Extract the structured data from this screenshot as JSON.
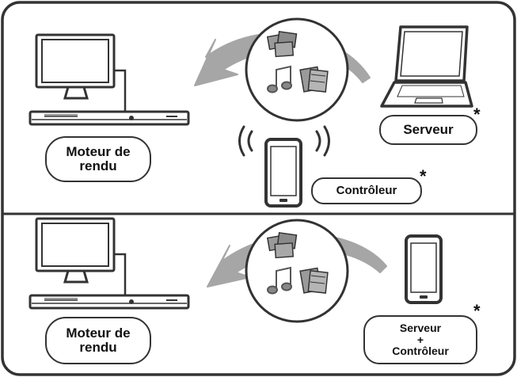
{
  "top_panel": {
    "renderer_label": [
      "Moteur de",
      "rendu"
    ],
    "server_label": "Serveur",
    "server_star": "*",
    "controller_label": "Contrôleur",
    "controller_star": "*"
  },
  "bottom_panel": {
    "renderer_label": [
      "Moteur de",
      "rendu"
    ],
    "server_controller_label": [
      "Serveur",
      "+",
      "Contrôleur"
    ],
    "server_controller_star": "*"
  },
  "icons": [
    "tv-icon",
    "blu-ray-player-icon",
    "laptop-icon",
    "smartphone-icon",
    "photos-icon",
    "music-note-icon",
    "video-icon",
    "wireless-signal-icon",
    "curved-arrow-icon"
  ],
  "colors": {
    "outline": "#333333",
    "arrow": "#a6a6a6",
    "icon_fill": "#9a9a9a",
    "background": "#ffffff"
  }
}
